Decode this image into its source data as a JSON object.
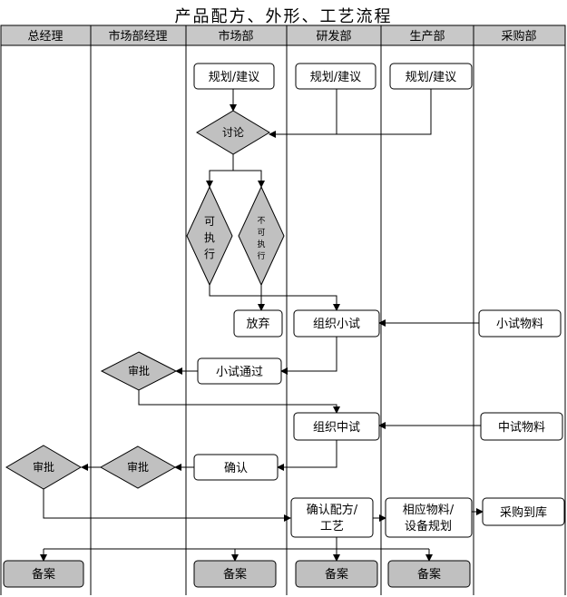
{
  "title": "产品配方、外形、工艺流程",
  "lanes": [
    "总经理",
    "市场部经理",
    "市场部",
    "研发部",
    "生产部",
    "采购部"
  ],
  "nodes": {
    "suggest_market": "规划/建议",
    "suggest_rd": "规划/建议",
    "suggest_prod": "规划/建议",
    "discuss": "讨论",
    "feasible": [
      "可",
      "执",
      "行"
    ],
    "not_feasible": [
      "不",
      "可",
      "执",
      "行"
    ],
    "abandon": "放弃",
    "organize_small_test": "组织小试",
    "small_test_material": "小试物料",
    "small_test_passed": "小试通过",
    "approve_mgr_1": "审批",
    "organize_mid_test": "组织中试",
    "mid_test_material": "中试物料",
    "confirm": "确认",
    "approve_mgr_2": "审批",
    "approve_gm": "审批",
    "confirm_formula": [
      "确认配方/",
      "工艺"
    ],
    "material_plan": [
      "相应物料/",
      "设备规划"
    ],
    "purchase_arrival": "采购到库",
    "file_gm": "备案",
    "file_market": "备案",
    "file_rd": "备案",
    "file_prod": "备案"
  },
  "colors": {
    "header_fill": "#c8c8c8",
    "gray_fill": "#c0c0c0",
    "line": "#000000",
    "white": "#ffffff"
  }
}
